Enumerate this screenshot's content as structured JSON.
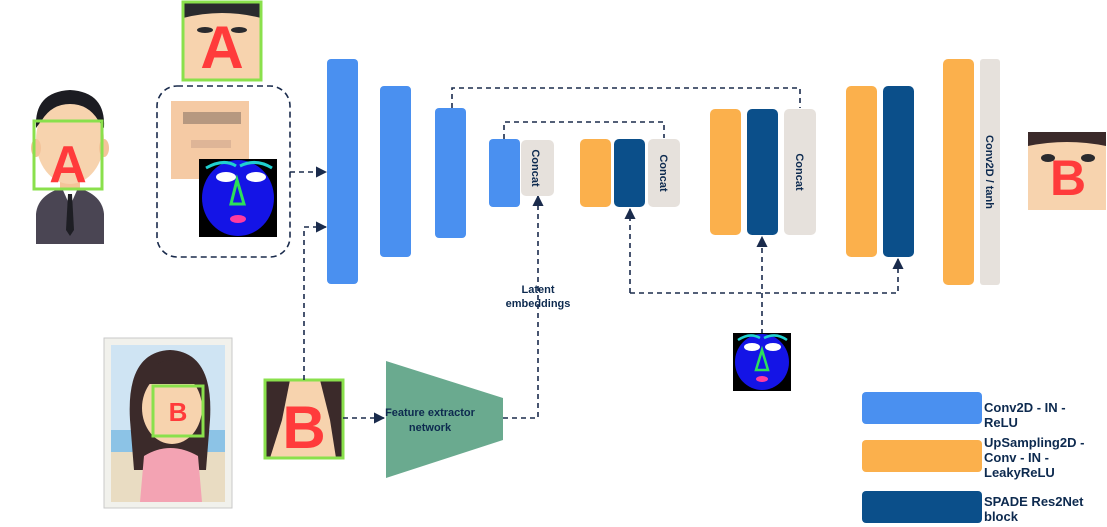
{
  "colors": {
    "conv_block": "#4a90f0",
    "upsample_block": "#fbb04c",
    "spade_block": "#0b4f8a",
    "concat_block": "#e6e1dc",
    "extractor": "#6aaa8f",
    "connector": "#1a2b4c",
    "face_box": "#8ae04c",
    "letter": "#ff3b3b"
  },
  "face_letters": {
    "person_a_large": "A",
    "face_a_crop": "A",
    "person_b_photo": "B",
    "face_b_crop": "B",
    "output_face": "B"
  },
  "blocks": {
    "concat_1": "Concat",
    "concat_2": "Concat",
    "concat_3": "Concat",
    "final": "Conv2D / tanh"
  },
  "labels": {
    "latent_line1": "Latent",
    "latent_line2": "embeddings",
    "extractor_line1": "Feature extractor",
    "extractor_line2": "network"
  },
  "legend": {
    "conv": "Conv2D - IN - ReLU",
    "upsample": "UpSampling2D - Conv - IN - LeakyReLU",
    "spade": "SPADE Res2Net block"
  }
}
